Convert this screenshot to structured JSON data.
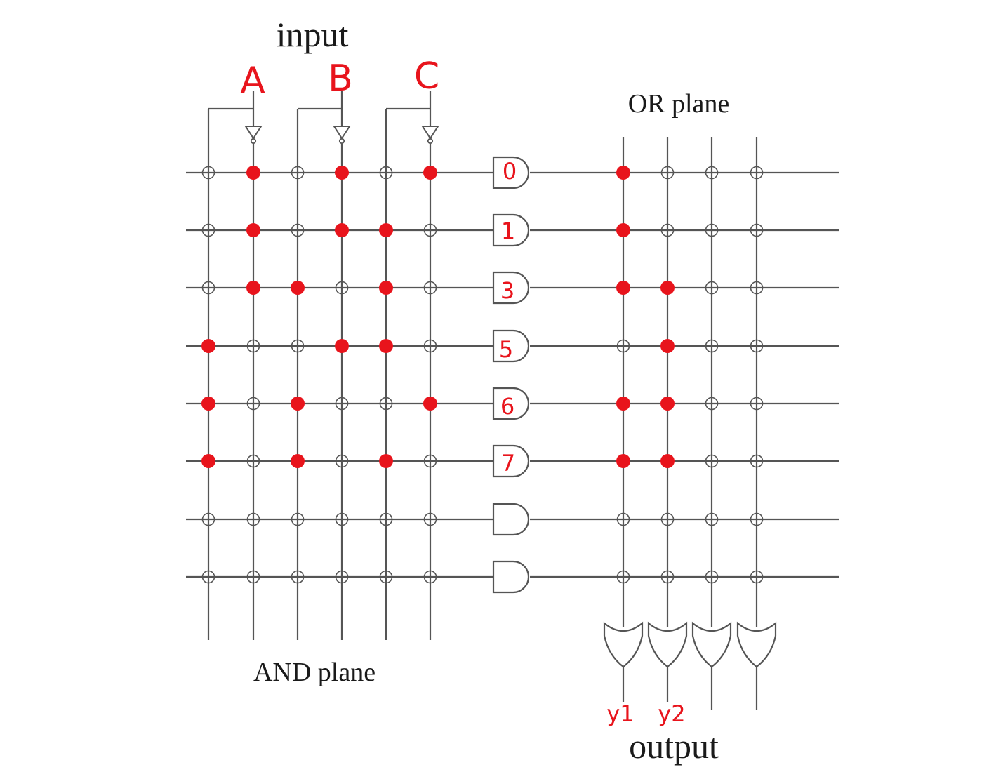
{
  "labels": {
    "input_title": "input",
    "or_plane_title": "OR plane",
    "and_plane_title": "AND plane",
    "output_title": "output"
  },
  "inputs": [
    "A",
    "B",
    "C"
  ],
  "minterm_labels": [
    "0",
    "1",
    "3",
    "5",
    "6",
    "7",
    "",
    ""
  ],
  "outputs": [
    "y1",
    "y2",
    "",
    ""
  ],
  "and_plane": {
    "columns": [
      "A",
      "A'",
      "B",
      "B'",
      "C",
      "C'"
    ],
    "rows": 8,
    "connections": [
      [
        1,
        3,
        5
      ],
      [
        1,
        3,
        4
      ],
      [
        1,
        2,
        4
      ],
      [
        0,
        3,
        4
      ],
      [
        0,
        2,
        5
      ],
      [
        0,
        2,
        4
      ],
      [],
      []
    ]
  },
  "or_plane": {
    "columns": 4,
    "connections": [
      [
        0
      ],
      [
        0
      ],
      [
        0,
        1
      ],
      [
        1
      ],
      [
        0,
        1
      ],
      [
        0,
        1
      ],
      [],
      []
    ]
  },
  "colors": {
    "line": "#555555",
    "dot": "#e8141c",
    "annotation": "#e8141c",
    "text": "#1a1a1a"
  }
}
